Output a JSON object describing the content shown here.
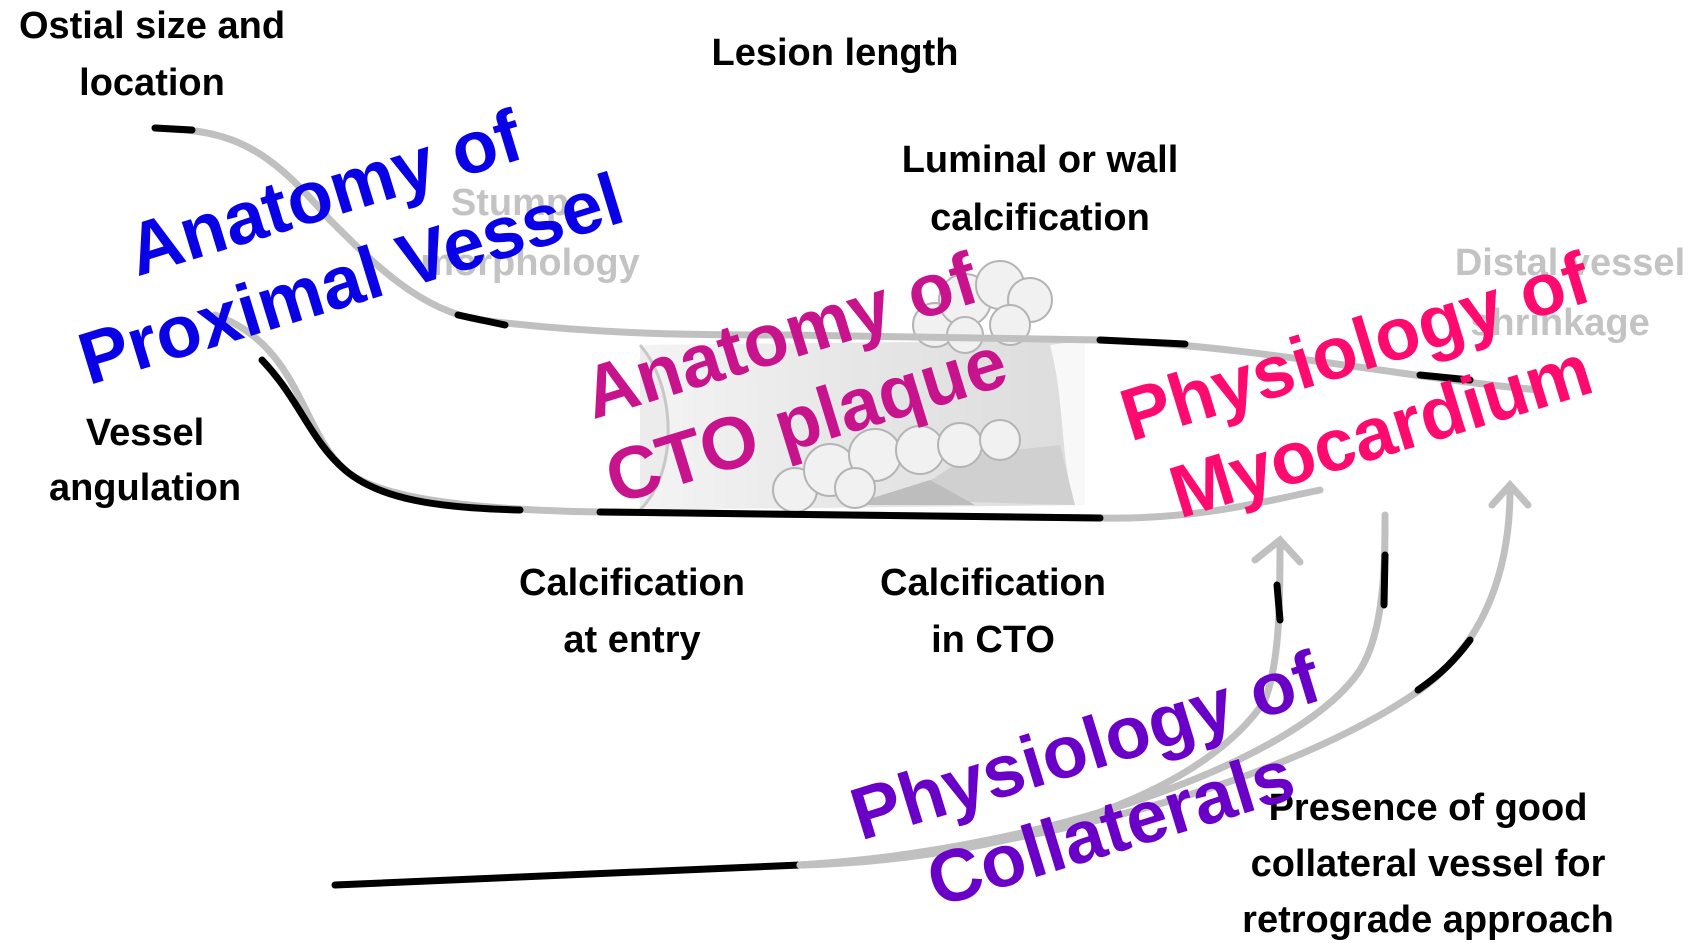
{
  "labels": {
    "ostial": [
      "Ostial size and",
      "location"
    ],
    "lesion_length": "Lesion length",
    "luminal": [
      "Luminal or wall",
      "calcification"
    ],
    "stump": [
      "Stump",
      "morphology"
    ],
    "distal": [
      "Distal vessel",
      "shrinkage"
    ],
    "vessel_angulation": [
      "Vessel",
      "angulation"
    ],
    "calc_entry": [
      "Calcification",
      "at entry"
    ],
    "calc_cto": [
      "Calcification",
      "in CTO"
    ],
    "collateral": [
      "Presence of good",
      "collateral vessel for",
      "retrograde approach"
    ]
  },
  "overlays": {
    "proximal": [
      "Anatomy of",
      "Proximal Vessel"
    ],
    "cto_plaque": [
      "Anatomy of",
      "CTO plaque"
    ],
    "myocardium": [
      "Physiology of",
      "Myocardium"
    ],
    "collaterals": [
      "Physiology of",
      "Collaterals"
    ]
  },
  "colors": {
    "proximal": "#0a00e6",
    "cto_plaque": "#c8148c",
    "myocardium": "#ff0a6e",
    "collaterals": "#6a00c8",
    "vessel_grey": "#c0c0c0",
    "vessel_black": "#000000"
  }
}
